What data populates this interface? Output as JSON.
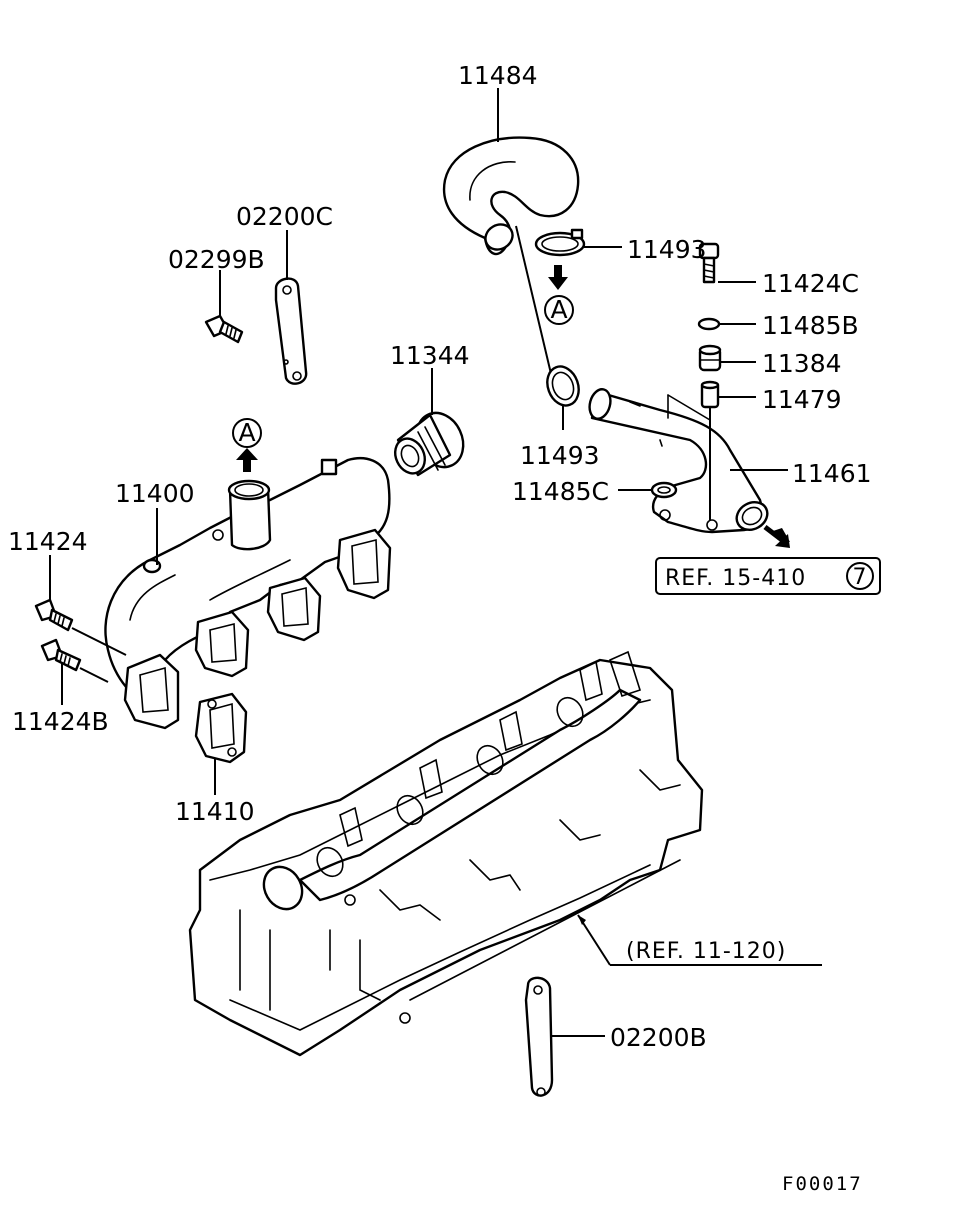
{
  "parts": {
    "p11484": "11484",
    "p02200C": "02200C",
    "p02299B": "02299B",
    "p11493_top": "11493",
    "p11424C": "11424C",
    "p11485B": "11485B",
    "p11384": "11384",
    "p11344": "11344",
    "p11479": "11479",
    "p11493_mid": "11493",
    "p11461": "11461",
    "p11485C": "11485C",
    "p11400": "11400",
    "p11424": "11424",
    "p11424B": "11424B",
    "p11410": "11410",
    "p02200B": "02200B"
  },
  "refs": {
    "ref_15_410": "REF. 15-410",
    "ref_15_410_circle": "7",
    "ref_11_120": "(REF. 11-120)",
    "marker_a": "A"
  },
  "figure_id": "F00017"
}
